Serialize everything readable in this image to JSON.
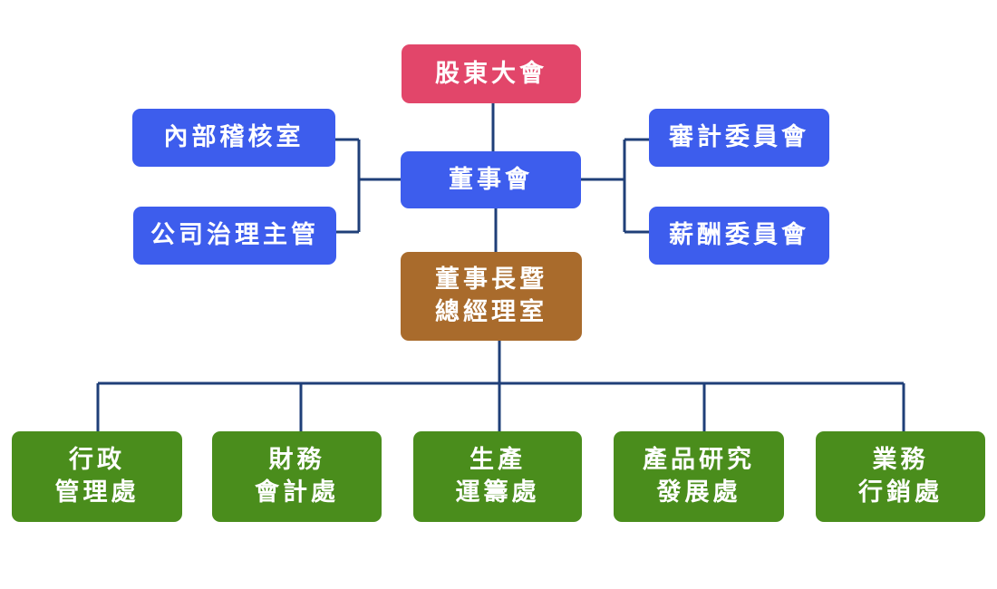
{
  "colors": {
    "shareholders": "#e2466a",
    "board": "#3d5ded",
    "executive": "#a96b2c",
    "departments": "#4a8d1c",
    "connector": "#1f3f78"
  },
  "nodes": {
    "shareholders_meeting": "股東大會",
    "board_of_directors": "董事會",
    "internal_audit": "內部稽核室",
    "corporate_governance": "公司治理主管",
    "audit_committee": "審計委員會",
    "remuneration_committee": "薪酬委員會",
    "chairman_office": {
      "line1": "董事長暨",
      "line2": "總經理室"
    },
    "departments": [
      {
        "line1": "行政",
        "line2": "管理處"
      },
      {
        "line1": "財務",
        "line2": "會計處"
      },
      {
        "line1": "生產",
        "line2": "運籌處"
      },
      {
        "line1": "產品研究",
        "line2": "發展處"
      },
      {
        "line1": "業務",
        "line2": "行銷處"
      }
    ]
  }
}
